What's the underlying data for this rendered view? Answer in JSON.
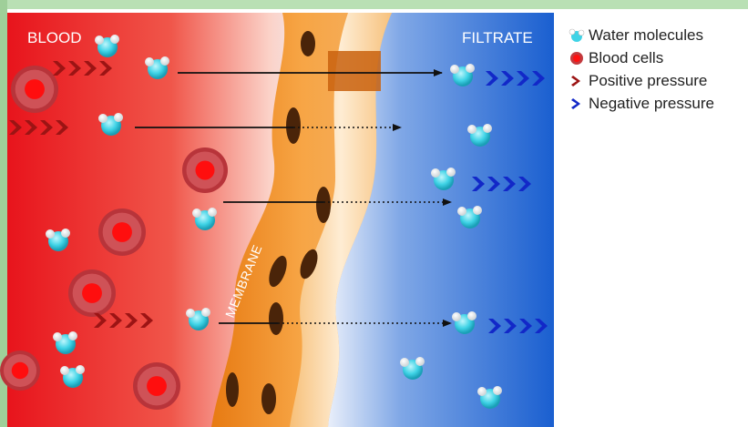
{
  "diagram": {
    "blood_label": "BLOOD",
    "filtrate_label": "FILTRATE",
    "membrane_label": "MEMBRANE"
  },
  "legend": {
    "water": "Water molecules",
    "blood_cells": "Blood cells",
    "positive": "Positive pressure",
    "negative": "Negative pressure"
  },
  "colors": {
    "blood_red": "#e8141c",
    "filtrate_blue": "#1a5fd0",
    "membrane_orange": "#f08a1c",
    "water_cyan": "#3fd3e6",
    "positive_chevron": "#9c1414",
    "negative_chevron": "#1228c8"
  },
  "icons": [
    "water-molecule-icon",
    "blood-cell-icon",
    "positive-chevron-icon",
    "negative-chevron-icon"
  ]
}
